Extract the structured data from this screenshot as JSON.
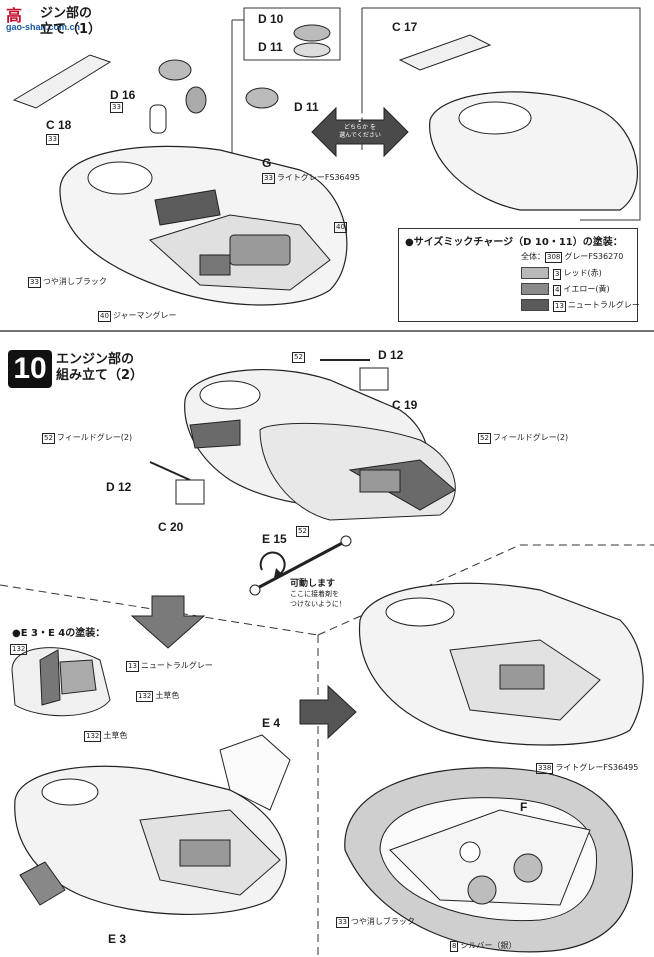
{
  "watermark": {
    "line1": "高",
    "line2": "gao-shan.com.cn"
  },
  "step9": {
    "title_line1": "ジン部の",
    "title_line2": "立て（1）",
    "parts": {
      "d10": "D 10",
      "d11_top": "D 11",
      "c17": "C 17",
      "c18": "C 18",
      "c18_code": "33",
      "d16": "D 16",
      "d16_code": "33",
      "d11": "D 11",
      "g": "G"
    },
    "callouts": {
      "light_gray_code": "33",
      "light_gray": "ライトグレーFS36495",
      "code_40": "40",
      "flat_black_code": "33",
      "flat_black": "つや消しブラック",
      "german_gray_code": "40",
      "german_gray": "ジャーマングレー"
    },
    "question": {
      "mark": "?",
      "line1": "どちらか を",
      "line2": "選んでください"
    },
    "paint_box": {
      "title": "●サイズミックチャージ（D 10・11）の塗装：",
      "overall_label": "全体：",
      "overall_code": "308",
      "overall_color": "グレーFS36270",
      "rows": [
        {
          "code": "3",
          "name": "レッド(赤)",
          "swatch": "#b8b8b8"
        },
        {
          "code": "4",
          "name": "イエロー(黄)",
          "swatch": "#8a8a8a"
        },
        {
          "code": "13",
          "name": "ニュートラルグレー",
          "swatch": "#5a5a5a"
        }
      ]
    }
  },
  "step10": {
    "number": "10",
    "title_line1": "エンジン部の",
    "title_line2": "組み立て（2）",
    "parts": {
      "d12_top": "D 12",
      "c19": "C 19",
      "d12_left": "D 12",
      "c20": "C 20",
      "e15": "E 15",
      "e4": "E 4",
      "e3": "E 3",
      "f": "F"
    },
    "callouts": {
      "top_code": "52",
      "field_gray_left_code": "52",
      "field_gray_left": "フィールドグレー(2)",
      "field_gray_right_code": "52",
      "field_gray_right": "フィールドグレー(2)",
      "bottom_code": "52"
    },
    "movable": {
      "title": "可動します",
      "line1": "ここに接着剤を",
      "line2": "つけないように！"
    },
    "paint_e3e4": {
      "title": "●E 3・E 4の塗装：",
      "code_132": "132",
      "neutral_code": "13",
      "neutral": "ニュートラルグレー",
      "dirt1_code": "132",
      "dirt1": "土草色",
      "dirt2_code": "132",
      "dirt2": "土草色"
    },
    "final_callouts": {
      "light_gray_code": "338",
      "light_gray": "ライトグレーFS36495",
      "flat_black_code": "33",
      "flat_black": "つや消しブラック",
      "silver_code": "8",
      "silver": "シルバー（銀）"
    }
  }
}
